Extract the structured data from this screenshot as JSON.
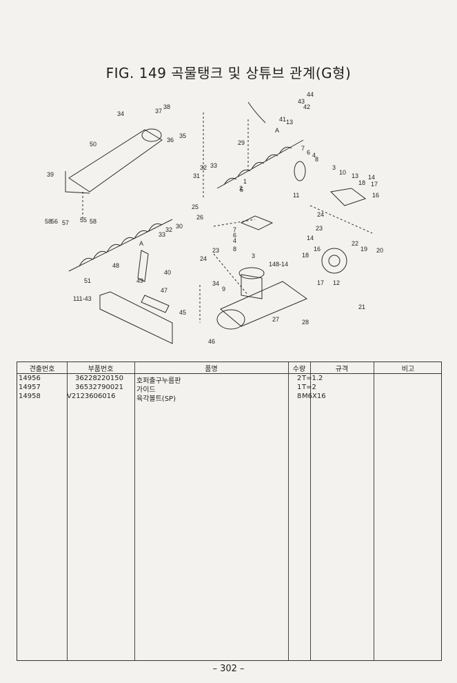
{
  "title": "FIG. 149 곡물탱크 및 상튜브 관계(G형)",
  "table": {
    "headers": [
      "견출번호",
      "부품번호",
      "품명",
      "수량",
      "규격",
      "비고"
    ],
    "rows": [
      {
        "index": "14956",
        "part_no": "36228220150",
        "name": "호퍼출구누름판",
        "qty": "2",
        "spec": "T=1.2",
        "remark": ""
      },
      {
        "index": "14957",
        "part_no": "36532790021",
        "name": "가이드",
        "qty": "1",
        "spec": "T=2",
        "remark": ""
      },
      {
        "index": "14958",
        "part_no": "V2123606016",
        "name": "육각볼트(SP)",
        "qty": "8",
        "spec": "M6X16",
        "remark": ""
      }
    ]
  },
  "diagram": {
    "callouts": [
      "44",
      "43",
      "42",
      "41",
      "13",
      "34",
      "37",
      "38",
      "36",
      "35",
      "50",
      "29",
      "7",
      "6",
      "4",
      "8",
      "3",
      "10",
      "13",
      "14",
      "18",
      "17",
      "16",
      "39",
      "31",
      "32",
      "33",
      "1",
      "2",
      "11",
      "25",
      "26",
      "58",
      "56",
      "57",
      "55",
      "58",
      "33",
      "32",
      "30",
      "24",
      "23",
      "7",
      "6",
      "4",
      "8",
      "3",
      "14",
      "16",
      "22",
      "19",
      "20",
      "18",
      "17",
      "12",
      "24",
      "23",
      "A",
      "A",
      "51",
      "48",
      "49",
      "40",
      "47",
      "34",
      "9",
      "148-14",
      "111-43",
      "45",
      "46",
      "27",
      "28",
      "21",
      "5"
    ]
  },
  "footer": {
    "page": "– 302 –"
  }
}
